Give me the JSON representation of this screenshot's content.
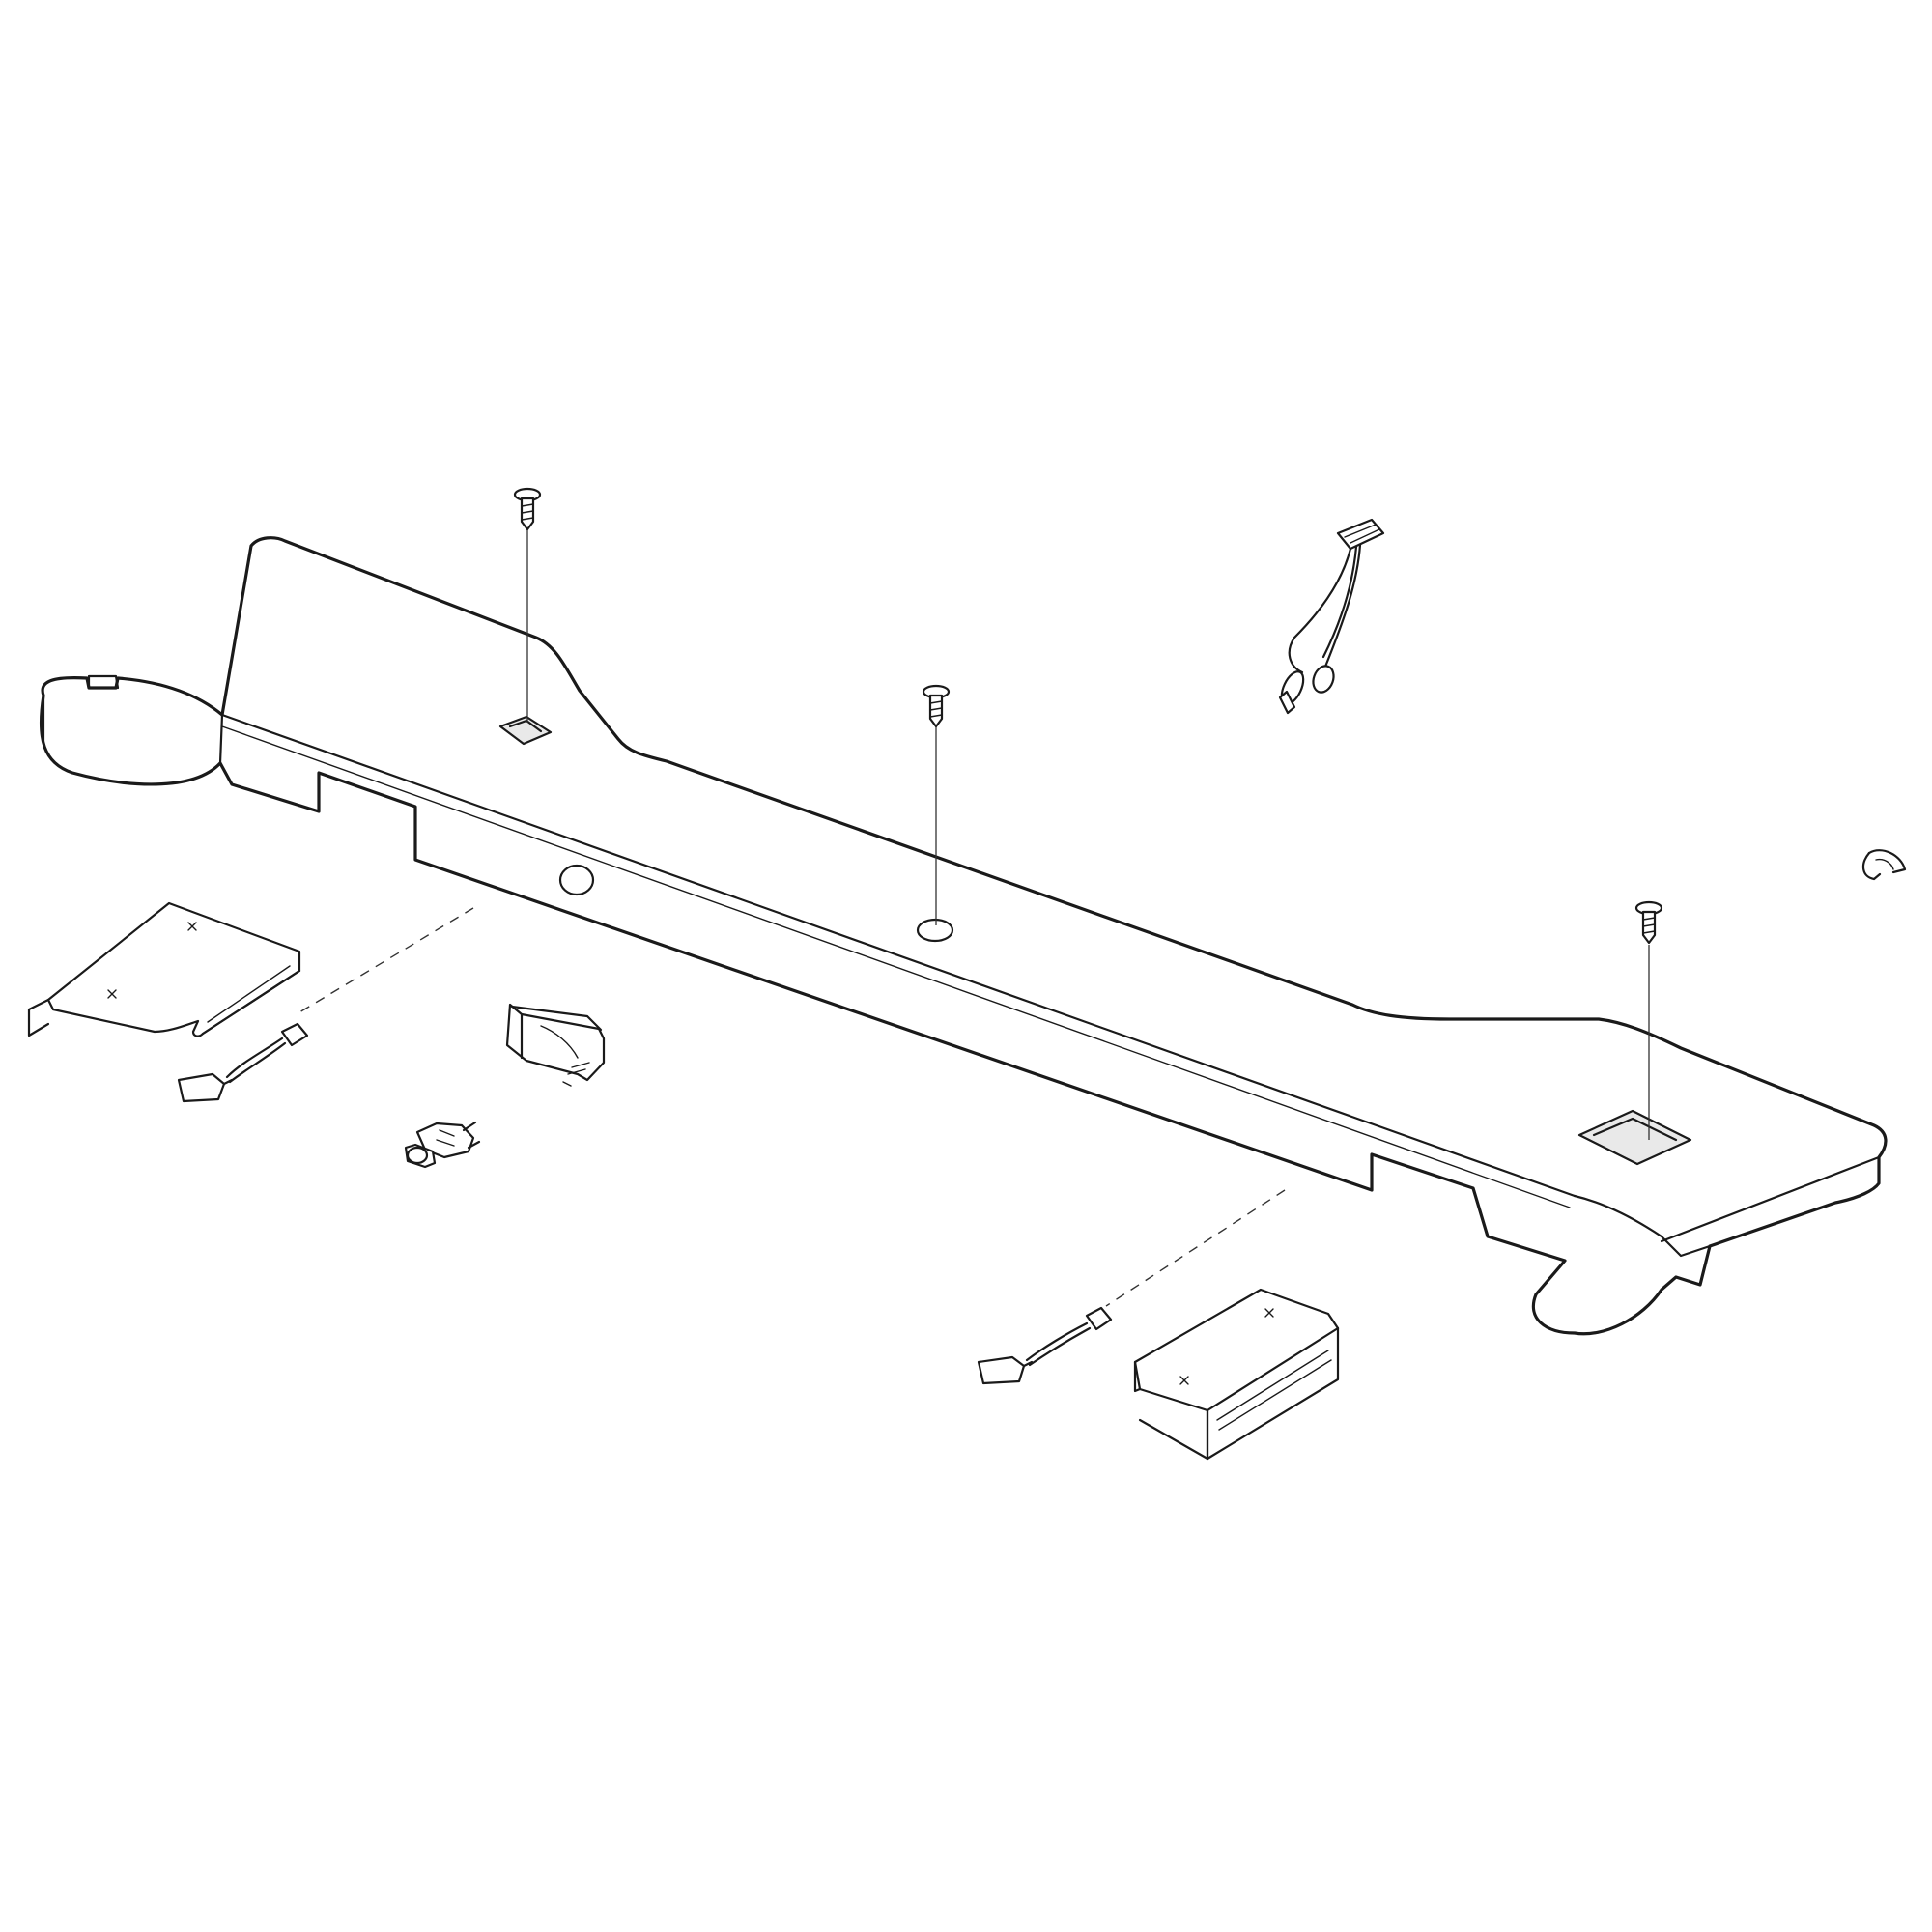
{
  "diagram": {
    "type": "exploded-parts-view",
    "labels": []
  },
  "parts": [
    {
      "name": "base-channel",
      "icon": "base-channel-icon"
    },
    {
      "name": "screw-left",
      "icon": "screw-icon"
    },
    {
      "name": "screw-center",
      "icon": "screw-icon"
    },
    {
      "name": "screw-right",
      "icon": "screw-icon"
    },
    {
      "name": "wire-harness",
      "icon": "wire-harness-icon"
    },
    {
      "name": "clip",
      "icon": "clip-icon"
    },
    {
      "name": "bracket-left",
      "icon": "bracket-icon"
    },
    {
      "name": "bracket-right",
      "icon": "bracket-icon"
    },
    {
      "name": "sensor-lead-left",
      "icon": "sensor-lead-icon"
    },
    {
      "name": "sensor-lead-right",
      "icon": "sensor-lead-icon"
    },
    {
      "name": "spring-clip",
      "icon": "spring-clip-icon"
    },
    {
      "name": "thermostat",
      "icon": "thermostat-icon"
    }
  ]
}
